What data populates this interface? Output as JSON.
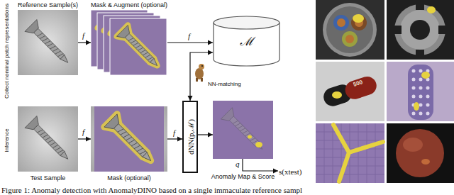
{
  "diagram": {
    "caption": "Figure 1: Anomaly detection with AnomalyDINO based on a single immaculate reference sampl",
    "nodes": [
      {
        "text": [
          "Reference Sample(s)"
        ]
      },
      {
        "text": [
          "Mask & Augment (optional)"
        ]
      },
      {
        "text": [
          "ℳ"
        ]
      },
      {
        "text": [
          "Test Sample"
        ]
      },
      {
        "text": [
          "Mask (optional)"
        ]
      },
      {
        "text": [
          "dNN(p,ℳ)"
        ]
      },
      {
        "text": [
          "Anomaly Map & Score"
        ]
      },
      {
        "text": [
          "s(xtest)"
        ]
      }
    ],
    "edges": [
      {
        "from": 0,
        "to": 1,
        "label": "f",
        "arrow": "to"
      },
      {
        "from": 1,
        "to": 2,
        "label": "f",
        "arrow": "to"
      },
      {
        "from": 3,
        "to": 4,
        "label": "f",
        "arrow": "to"
      },
      {
        "from": 4,
        "to": 5,
        "label": "f",
        "arrow": "to"
      },
      {
        "from": 5,
        "to": 6,
        "arrow": "to"
      },
      {
        "from": 6,
        "to": 7,
        "label": "q",
        "arrow": "to"
      },
      {
        "from": 2,
        "to": 5,
        "label": "NN-matching",
        "arrow": "both"
      }
    ],
    "labels": [
      "Collect nominal patch representations",
      "Inference",
      "500"
    ]
  }
}
